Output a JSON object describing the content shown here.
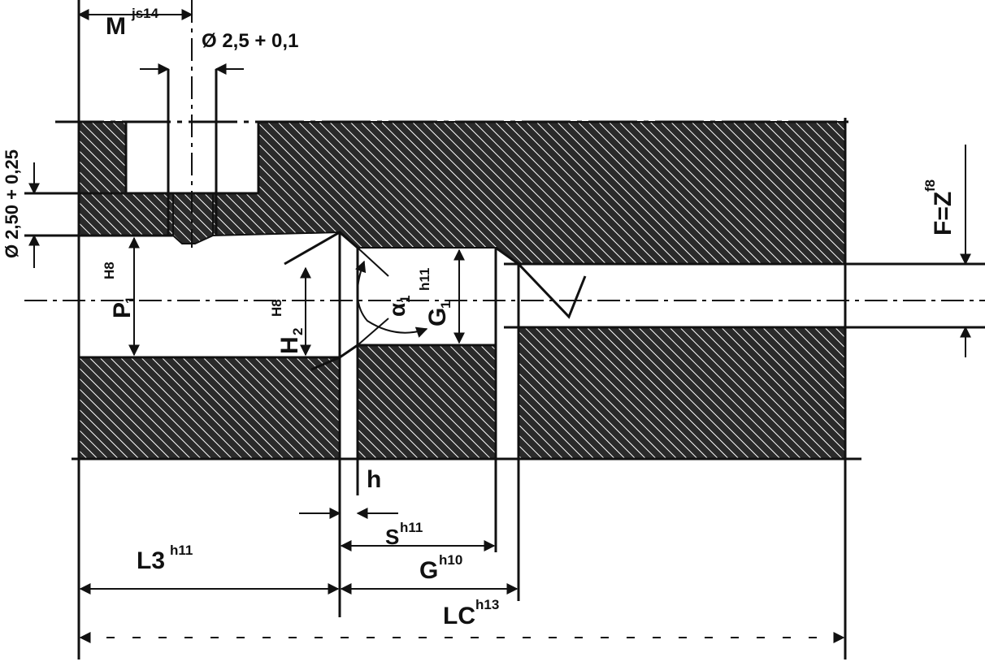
{
  "labels": {
    "m": "M",
    "m_sup": "js14",
    "bore_dia": "Ø 2,5 + 0,1",
    "vert_dia": "Ø 2,50 + 0,25",
    "p1": "P",
    "p1_sub": "1",
    "p1_sup": "H8",
    "h2": "H",
    "h2_sub": "2",
    "h2_sup": "H8",
    "alpha": "α",
    "alpha_sub": "1",
    "g1": "G",
    "g1_sub": "1",
    "g1_sup": "h11",
    "f_eq": "F=Z",
    "f_sup": "f8",
    "h": "h",
    "s": "S",
    "s_sup": "h11",
    "l3": "L3",
    "l3_sup": "h11",
    "g": "G",
    "g_sup": "h10",
    "lc": "LC",
    "lc_sup": "h13"
  },
  "colors": {
    "ink": "#111111",
    "background": "#ffffff"
  }
}
